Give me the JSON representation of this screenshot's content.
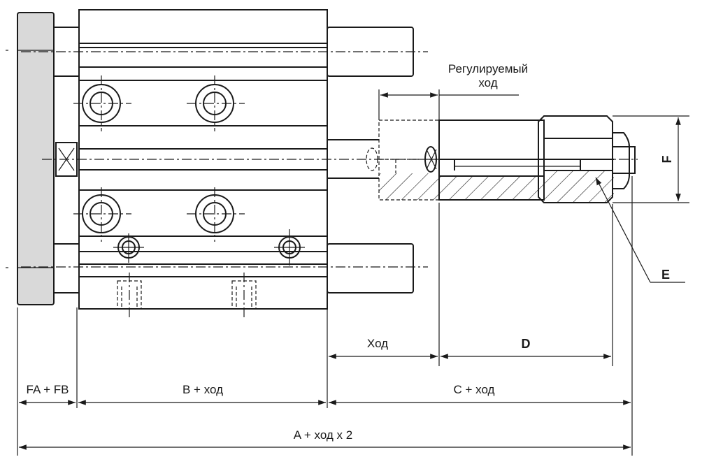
{
  "labels": {
    "adjustable_stroke_line1": "Регулируемый",
    "adjustable_stroke_line2": "ход",
    "f": "F",
    "e": "E",
    "stroke": "Ход",
    "d": "D",
    "fa_fb": "FA + FB",
    "b_stroke": "B + ход",
    "c_stroke": "C + ход",
    "a_stroke": "A + ход x 2"
  },
  "colors": {
    "line": "#1a1a1a",
    "plate_fill": "#d9d9d9",
    "background": "#ffffff"
  }
}
